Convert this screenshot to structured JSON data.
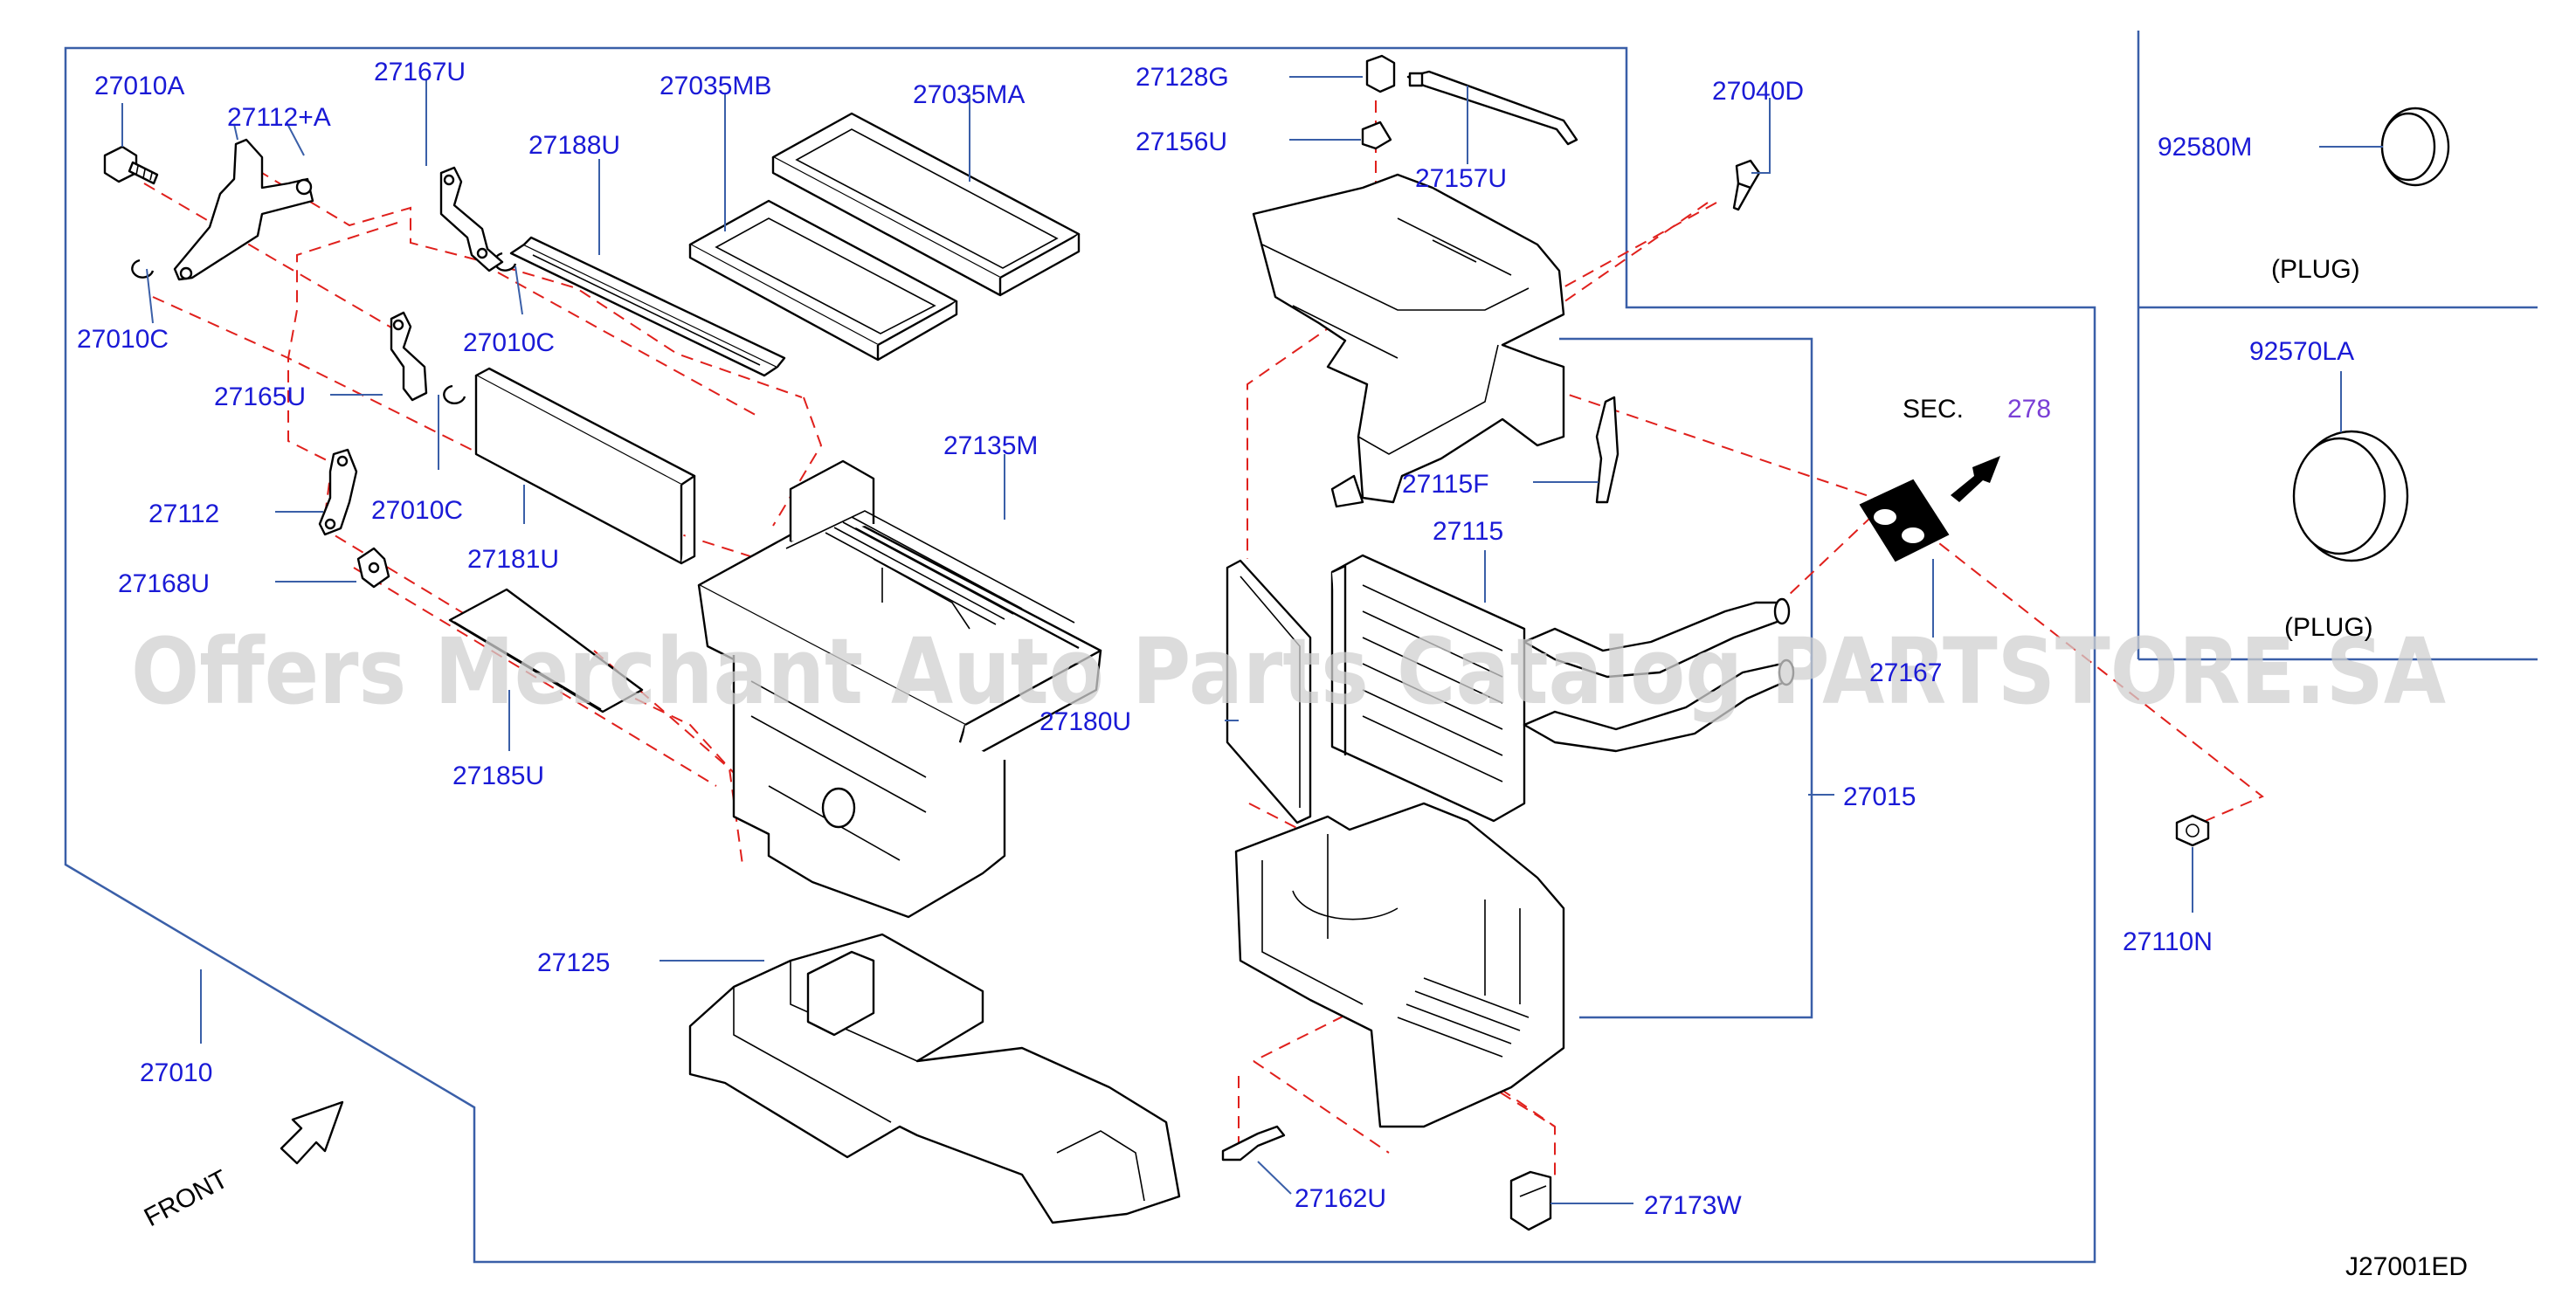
{
  "diagram": {
    "watermark": "Offers Merchant Auto Parts Catalog PARTSTORE.SA",
    "drawing_code": "J27001ED",
    "front_label": "FRONT",
    "section_prefix": "SEC.",
    "section_ref": "278",
    "colors": {
      "part_label": "#1a1ad6",
      "frame": "#3a5fa8",
      "dashed_guide": "#e0201c",
      "section_ref": "#7a3fd6"
    },
    "parts": [
      "27010A",
      "27112+A",
      "27167U",
      "27035MB",
      "27035MA",
      "27128G",
      "27040D",
      "27188U",
      "27156U",
      "27157U",
      "27010C",
      "27010C",
      "27165U",
      "27010C",
      "27135M",
      "27112",
      "27181U",
      "27115F",
      "27168U",
      "27115",
      "27180U",
      "27185U",
      "27015",
      "27125",
      "27010",
      "27162U",
      "27173W",
      "27110N",
      "92580M",
      "92570LA",
      "27167"
    ],
    "plugs": [
      "(PLUG)",
      "(PLUG)"
    ]
  }
}
